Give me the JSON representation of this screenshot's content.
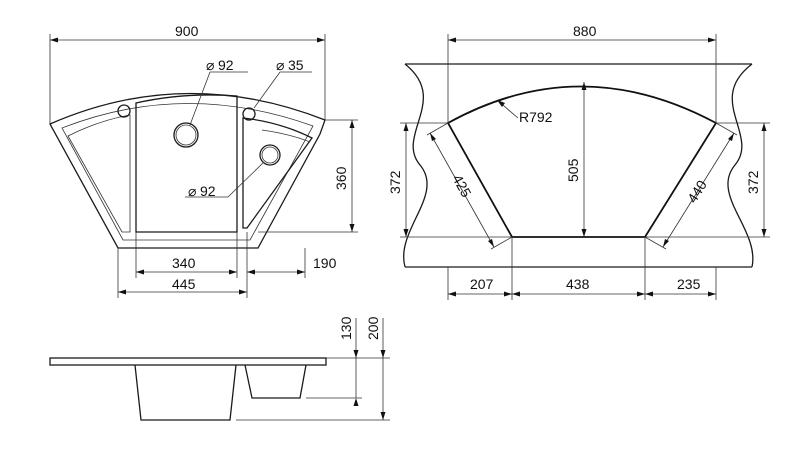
{
  "top_view": {
    "width_total": "900",
    "hole_large_diameter": "92",
    "hole_small_diameter": "35",
    "hole_bottom_diameter": "92",
    "depth_right": "360",
    "bowl_main_width": "340",
    "bowl_right_offset": "190",
    "overall_inner_width": "445",
    "diameter_symbol": "⌀"
  },
  "cabinet_view": {
    "width_total": "880",
    "radius_label": "R792",
    "center_depth": "505",
    "left_side_depth": "372",
    "right_side_depth": "372",
    "left_diagonal": "425",
    "right_diagonal": "440",
    "bottom_left": "207",
    "bottom_center": "438",
    "bottom_right": "235"
  },
  "side_view": {
    "small_bowl_depth": "130",
    "large_bowl_depth": "200"
  }
}
